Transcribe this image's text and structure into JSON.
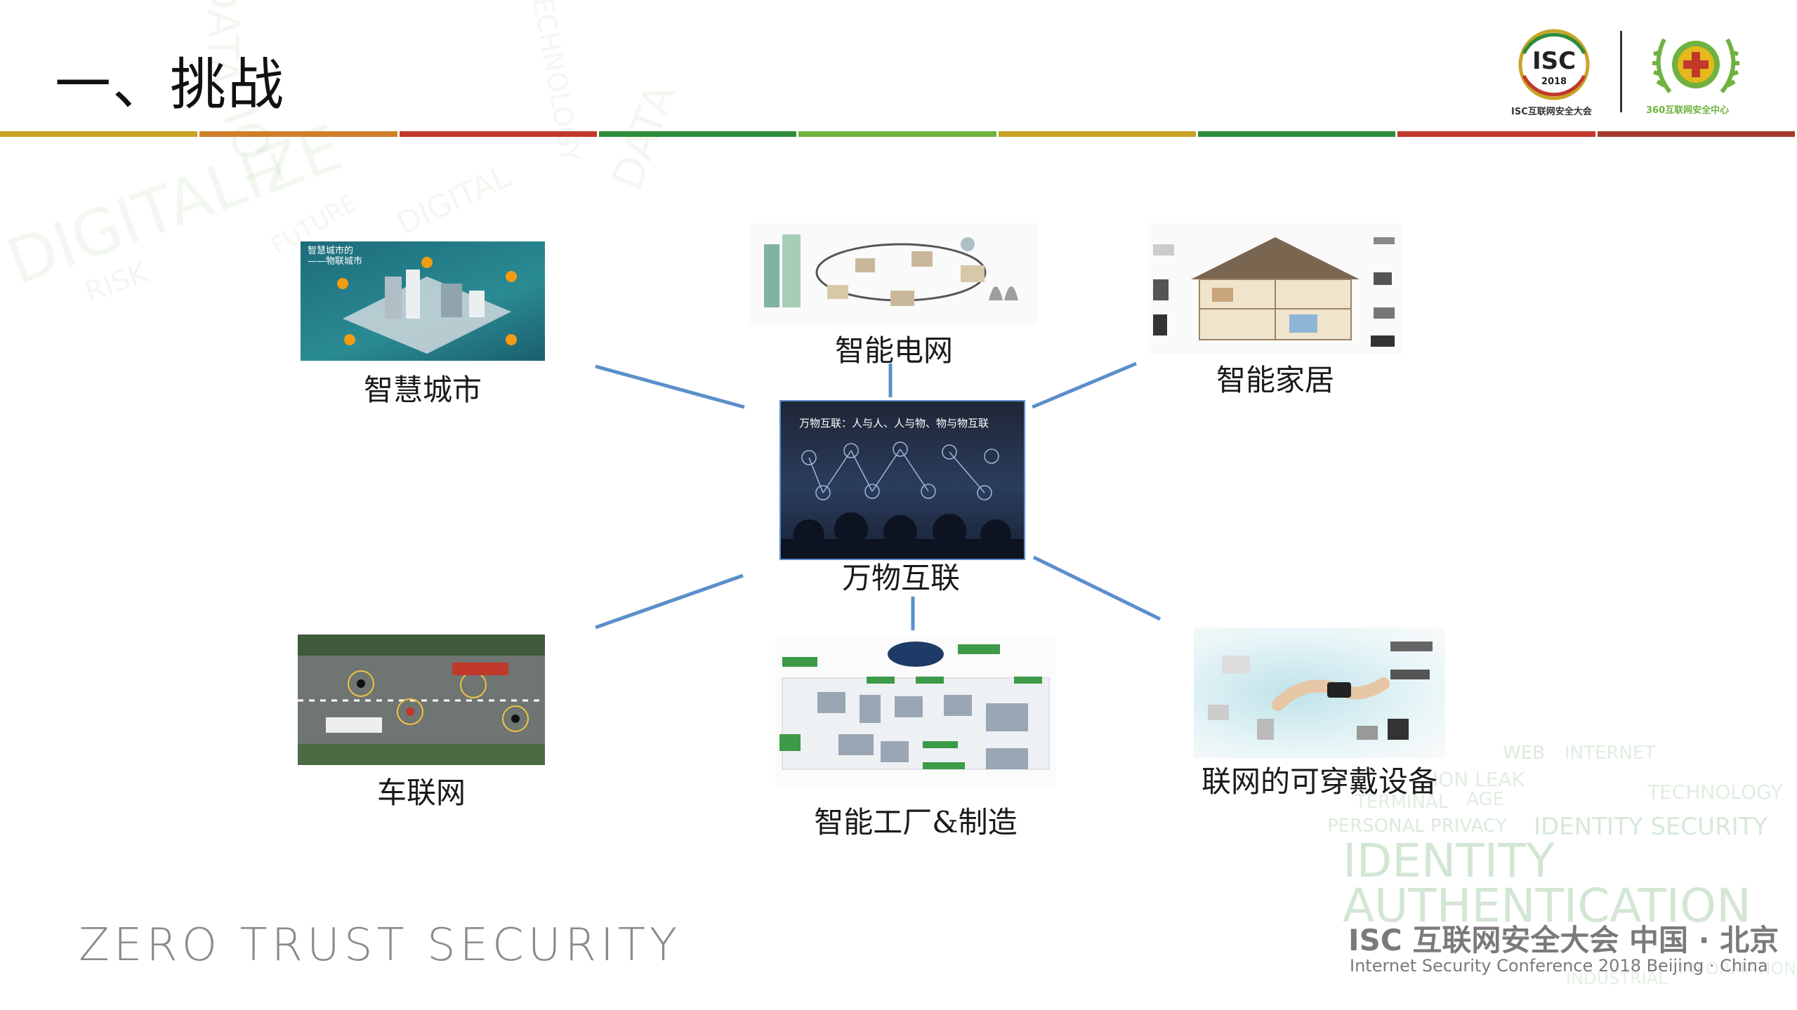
{
  "slide": {
    "title": "一、挑战"
  },
  "colors": {
    "rule": [
      "#c8a325",
      "#cf7f2a",
      "#c0392b",
      "#2e8b3a",
      "#6fb23f",
      "#c8a325",
      "#2e8b3a",
      "#c0392b",
      "#a33a2b"
    ],
    "connector": "#5b8fcb"
  },
  "diagram": {
    "center": {
      "label": "万物互联",
      "image_caption": "万物互联：人与人、人与物、物与物互联"
    },
    "nodes": [
      {
        "id": "smart-city",
        "label": "智慧城市",
        "image_caption": "智慧城市的——物联城市"
      },
      {
        "id": "smart-grid",
        "label": "智能电网"
      },
      {
        "id": "smart-home",
        "label": "智能家居"
      },
      {
        "id": "connected-vehicles",
        "label": "车联网"
      },
      {
        "id": "smart-factory",
        "label": "智能工厂&制造"
      },
      {
        "id": "wearables",
        "label": "联网的可穿戴设备"
      }
    ]
  },
  "footer": {
    "tagline": "ZERO TRUST SECURITY",
    "conference_cn": "ISC 互联网安全大会 中国 · 北京",
    "conference_en": "Internet Security Conference 2018  Beijing · China"
  },
  "logos": {
    "isc": {
      "mark": "ISC",
      "year": "2018",
      "caption": "ISC互联网安全大会"
    },
    "sec360": {
      "caption": "360互联网安全中心"
    }
  },
  "background_words": {
    "bottom_right": [
      "WEB",
      "INTERNET",
      "TERMINAL",
      "AGE",
      "ION LEAK",
      "TECHNOLOGY",
      "PERSONAL PRIVACY",
      "IDENTITY SECURITY",
      "IDENTITY",
      "AUTHENTICATION",
      "INDUSTRIAL",
      "INFORMATION"
    ],
    "top_left": [
      "DATA",
      "DIGITALIZE",
      "IOT",
      "TECHNOLOGY",
      "FUTURE",
      "RISK",
      "DATA",
      "DIGITAL"
    ]
  }
}
